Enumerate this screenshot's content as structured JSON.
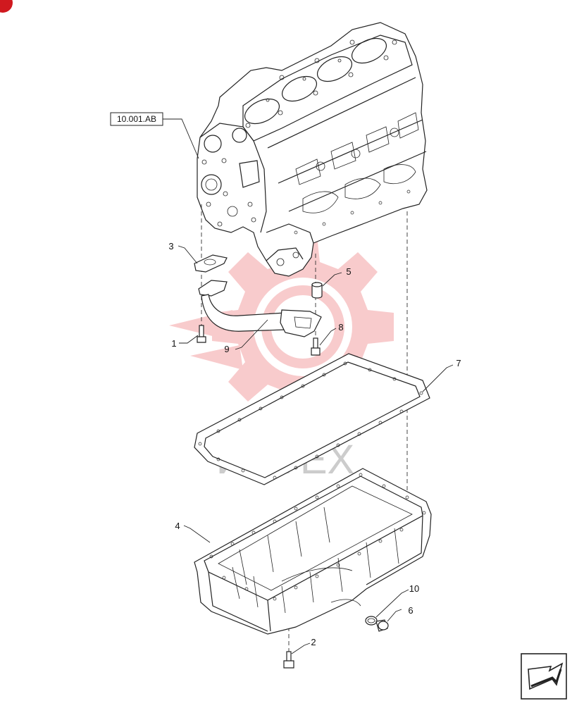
{
  "reference_label": "10.001.AB",
  "watermark": {
    "text": "ИНТЕХ",
    "color": "#e8474b"
  },
  "callouts": [
    {
      "id": "1",
      "label": "1"
    },
    {
      "id": "2",
      "label": "2"
    },
    {
      "id": "3",
      "label": "3"
    },
    {
      "id": "4",
      "label": "4"
    },
    {
      "id": "5",
      "label": "5"
    },
    {
      "id": "6",
      "label": "6"
    },
    {
      "id": "7",
      "label": "7"
    },
    {
      "id": "8",
      "label": "8"
    },
    {
      "id": "9",
      "label": "9"
    },
    {
      "id": "10",
      "label": "10"
    }
  ],
  "nav_icon": "next-page-arrow-icon",
  "corner_mark_color": "#d0191f"
}
